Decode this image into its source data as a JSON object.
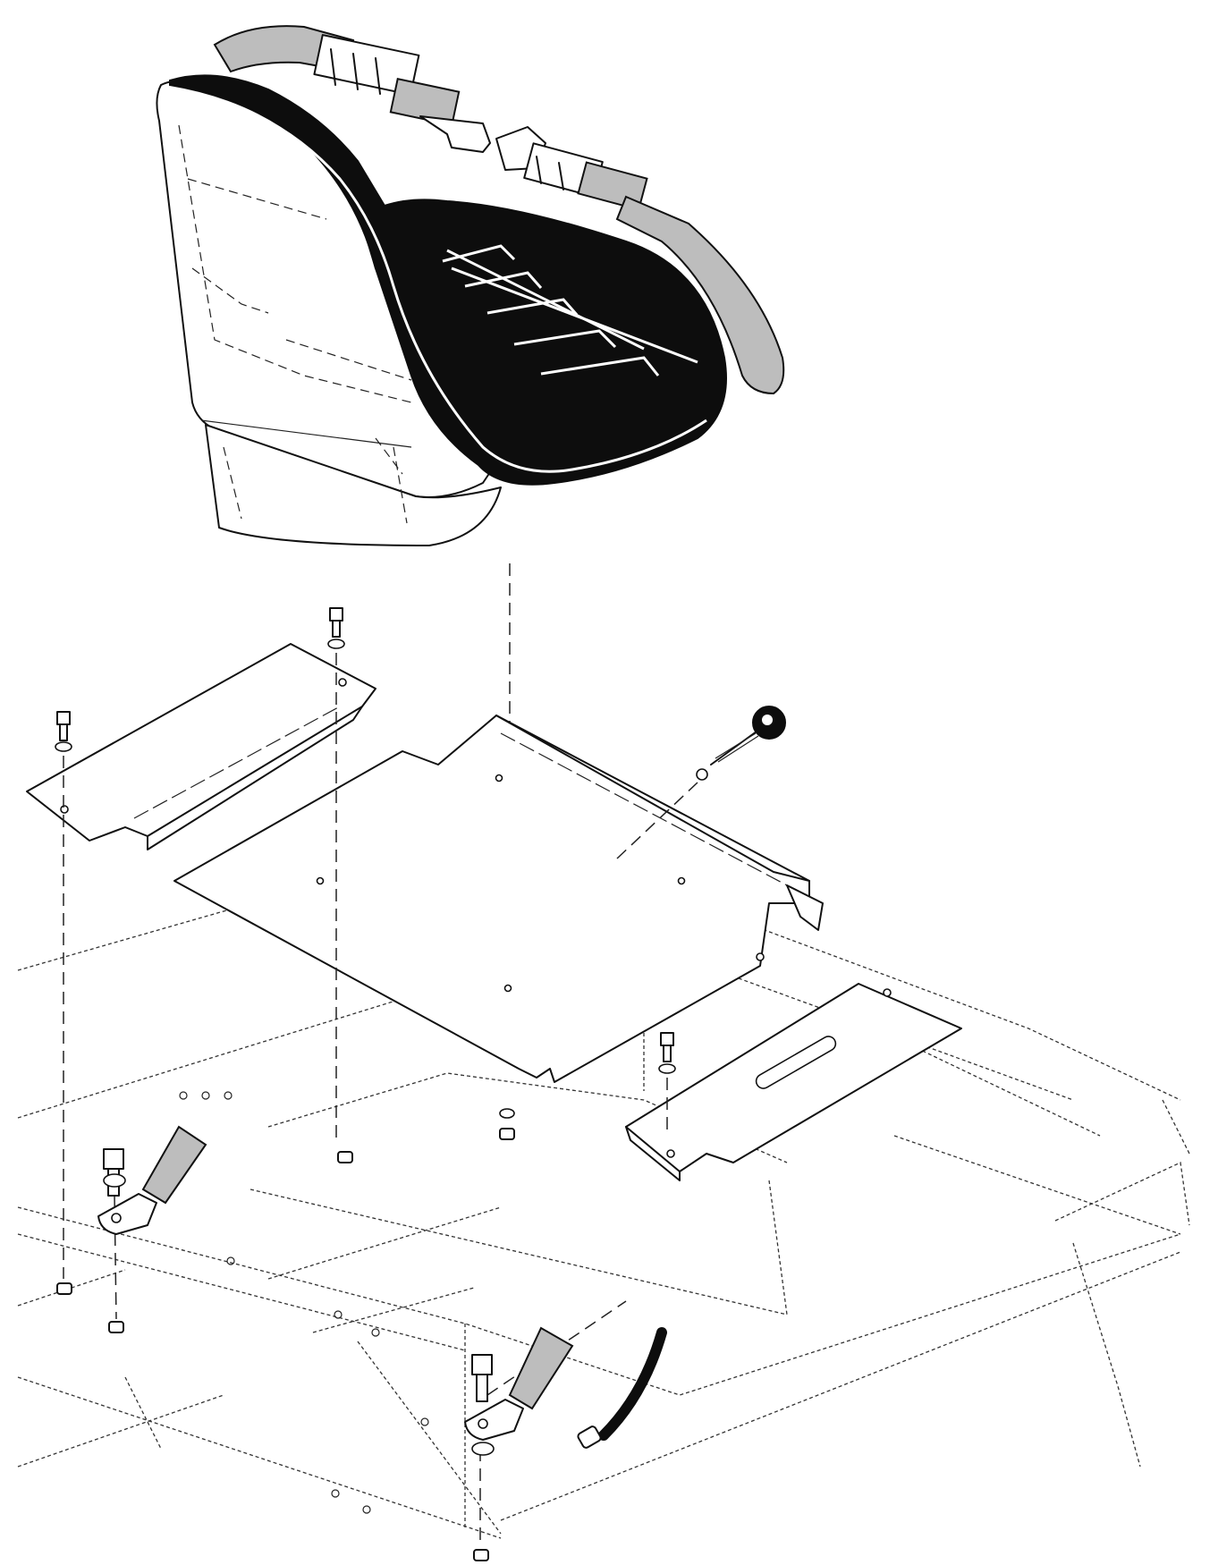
{
  "figure": {
    "parts": [
      {
        "id": "seat",
        "icon": "seat-icon"
      },
      {
        "id": "lap-belt",
        "icon": "seat-belt-icon"
      },
      {
        "id": "seat-mount-plate",
        "icon": "plate-icon"
      },
      {
        "id": "left-rail-plate",
        "icon": "plate-icon"
      },
      {
        "id": "right-slotted-rail-plate",
        "icon": "plate-icon"
      },
      {
        "id": "adjustment-knob",
        "icon": "knob-icon"
      },
      {
        "id": "belt-anchor-brackets",
        "icon": "bracket-icon"
      },
      {
        "id": "bolts-washers-nuts",
        "icon": "bolt-icon"
      },
      {
        "id": "vehicle-frame",
        "icon": "frame-icon"
      }
    ]
  },
  "colors": {
    "ink": "#111111",
    "paper": "#ffffff",
    "webbing": "#bdbdbd"
  }
}
